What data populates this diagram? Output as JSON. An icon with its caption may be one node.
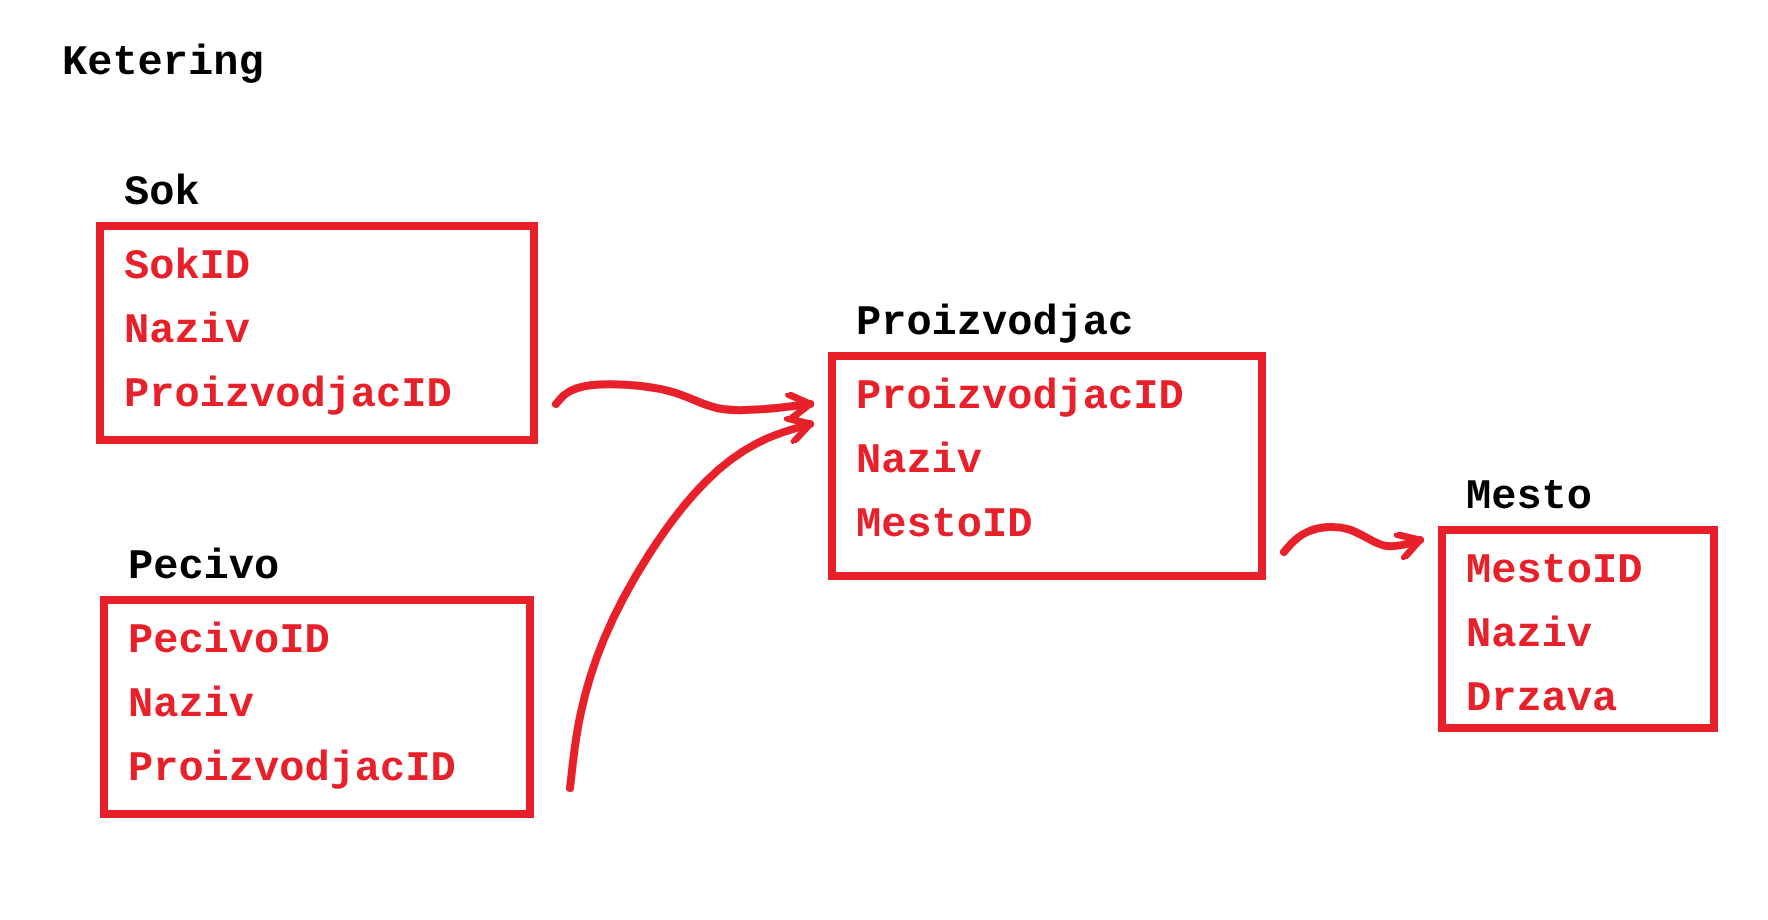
{
  "diagram": {
    "title": "Ketering",
    "nodes": [
      {
        "text": [
          "Sok",
          "SokID",
          "Naziv",
          "ProizvodjacID"
        ]
      },
      {
        "text": [
          "Pecivo",
          "PecivoID",
          "Naziv",
          "ProizvodjacID"
        ]
      },
      {
        "text": [
          "Proizvodjac",
          "ProizvodjacID",
          "Naziv",
          "MestoID"
        ]
      },
      {
        "text": [
          "Mesto",
          "MestoID",
          "Naziv",
          "Drzava"
        ]
      }
    ],
    "edges": [
      {
        "from": 0,
        "to": 2,
        "arrow": "to"
      },
      {
        "from": 1,
        "to": 2,
        "arrow": "to"
      },
      {
        "from": 2,
        "to": 3,
        "arrow": "to"
      }
    ]
  }
}
